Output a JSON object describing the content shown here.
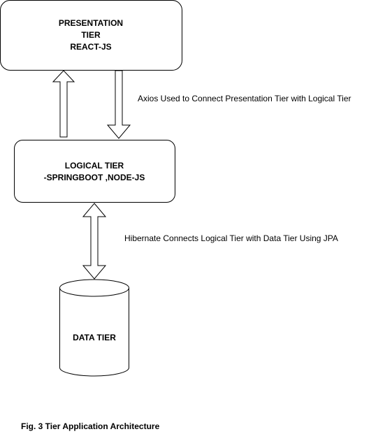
{
  "diagram": {
    "presentation_tier": {
      "line1": "PRESENTATION",
      "line2": "TIER",
      "line3": "REACT-JS"
    },
    "logical_tier": {
      "line1": "LOGICAL TIER",
      "line2": "-SPRINGBOOT ,NODE-JS"
    },
    "data_tier": {
      "label": "DATA TIER"
    },
    "connections": {
      "presentation_logical": "Axios Used to Connect Presentation Tier with Logical Tier",
      "logical_data": "Hibernate Connects Logical Tier with Data Tier Using JPA"
    },
    "caption": "Fig. 3 Tier Application Architecture"
  },
  "colors": {
    "stroke": "#000000",
    "fill": "#ffffff"
  }
}
